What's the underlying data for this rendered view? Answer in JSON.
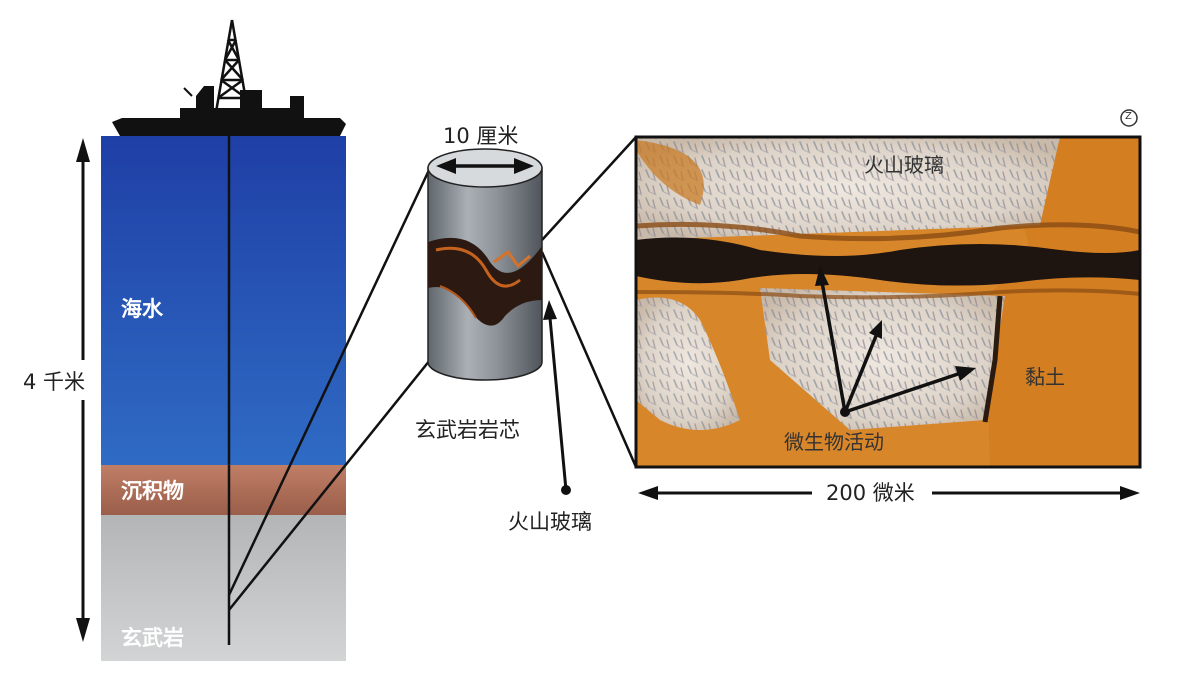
{
  "labels": {
    "depth": "4 千米",
    "seawater": "海水",
    "sediment": "沉积物",
    "basalt": "玄武岩",
    "core_diameter": "10 厘米",
    "basalt_core": "玄武岩岩芯",
    "volcanic_glass_core": "火山玻璃",
    "micro_volcanic_glass": "火山玻璃",
    "clay": "黏土",
    "microbial_activity": "微生物活动",
    "scale": "200 微米",
    "corner_mark": "Z"
  },
  "colors": {
    "sea_top": "#1f3fa6",
    "sea_bottom": "#2f6bc4",
    "sediment": "#a86a55",
    "basalt": "#bfc2c4",
    "clay": "#d8862a",
    "core": "#8a9096"
  }
}
